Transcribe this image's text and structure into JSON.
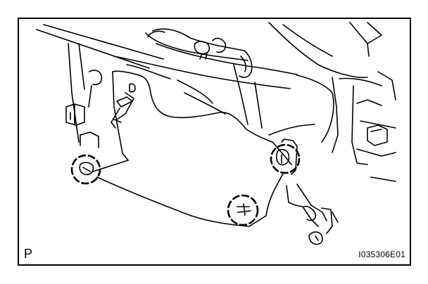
{
  "figure": {
    "view_letter": "P",
    "figure_code": "I035306E01",
    "line_color": "#000000",
    "background_color": "#ffffff"
  },
  "callouts": [
    {
      "icon": "dashed-circle-icon",
      "marks": "left-clip"
    },
    {
      "icon": "dashed-circle-icon",
      "marks": "right-clip"
    },
    {
      "icon": "dashed-circle-icon",
      "marks": "bottom-clip"
    }
  ]
}
